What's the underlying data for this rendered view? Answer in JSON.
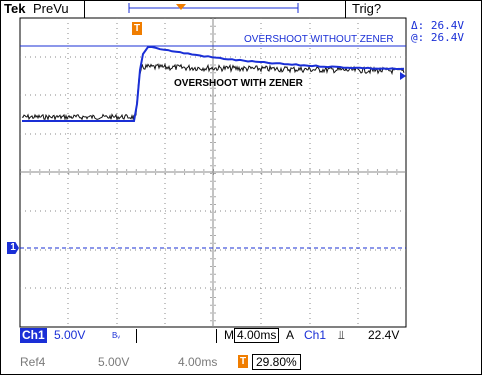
{
  "topbar": {
    "brand_bold": "Tek",
    "mode": "PreVu",
    "trigger_status": "Trig?"
  },
  "readouts": {
    "delta": "Δ: 26.4V",
    "at": "@: 26.4V"
  },
  "annotations": {
    "without_zener": "OVERSHOOT WITHOUT ZENER",
    "with_zener": "OVERSHOOT WITH ZENER"
  },
  "markers": {
    "trigger_pos": "T",
    "channel1": "1"
  },
  "bottom": {
    "ch_label": "Ch1",
    "volts_div": "5.00V",
    "bw_symbol": "Bᵥ",
    "timebase_prefix": "M",
    "timebase": "4.00ms",
    "trig_source_prefix": "A",
    "trig_source": "Ch1",
    "trig_slope": "⫫",
    "trig_level": "22.4V"
  },
  "ref": {
    "label": "Ref4",
    "volts_div": "5.00V",
    "timebase": "4.00ms",
    "trig_marker": "T",
    "position_pct": "29.80%"
  },
  "colors": {
    "accent": "#1a2fd6",
    "trigger": "#f07d00",
    "grid": "#8a8a8a"
  }
}
